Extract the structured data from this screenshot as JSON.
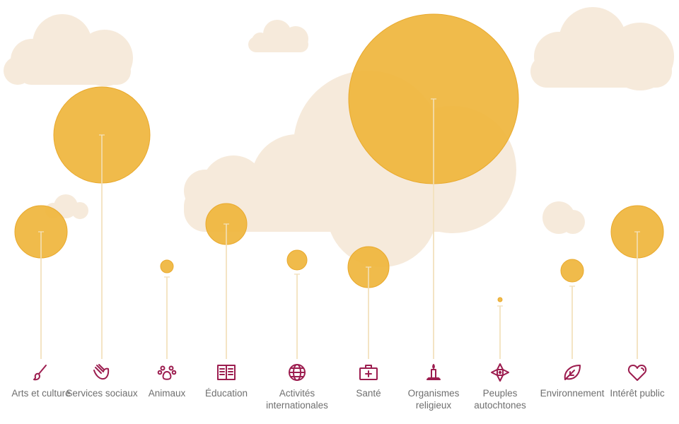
{
  "chart_data": {
    "type": "bubble",
    "title": "",
    "colors": {
      "bubble": "#efb53c",
      "stem": "#f0dcb4",
      "cloud": "#f6eadb",
      "icon": "#9c1d4f",
      "label": "#6f6f6f"
    },
    "categories": [
      {
        "label": "Arts et culture",
        "icon": "paintbrush-icon",
        "relative_size": 37,
        "height": 180
      },
      {
        "label": "Services sociaux",
        "icon": "hand-icon",
        "relative_size": 68,
        "height": 317
      },
      {
        "label": "Animaux",
        "icon": "paw-icon",
        "relative_size": 9,
        "height": 116
      },
      {
        "label": "Éducation",
        "icon": "book-icon",
        "relative_size": 29,
        "height": 191
      },
      {
        "label": "Activités internationales",
        "icon": "globe-icon",
        "relative_size": 14,
        "height": 120
      },
      {
        "label": "Santé",
        "icon": "first-aid-kit-icon",
        "relative_size": 29,
        "height": 130
      },
      {
        "label": "Organismes religieux",
        "icon": "candle-icon",
        "relative_size": 120,
        "height": 368
      },
      {
        "label": "Peuples autochtones",
        "icon": "compass-star-icon",
        "relative_size": 3,
        "height": 75
      },
      {
        "label": "Environnement",
        "icon": "leaf-icon",
        "relative_size": 16,
        "height": 103
      },
      {
        "label": "Intérêt public",
        "icon": "heart-icon",
        "relative_size": 37,
        "height": 180
      }
    ]
  }
}
